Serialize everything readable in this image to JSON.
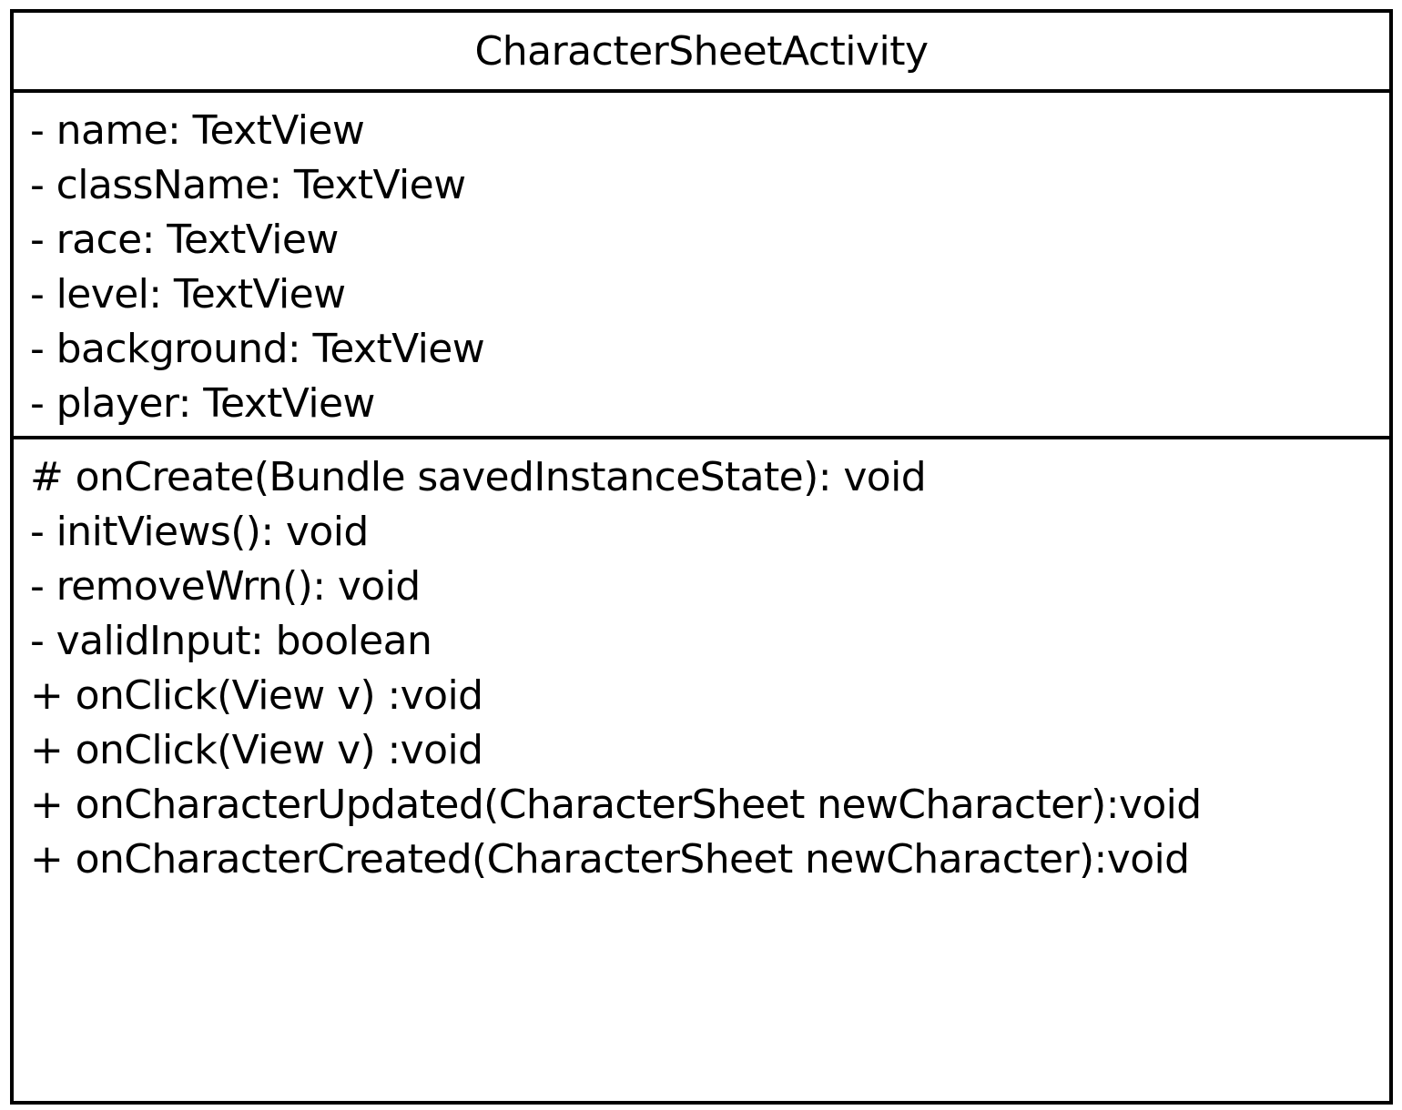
{
  "class_box": {
    "name": "CharacterSheetActivity",
    "attributes": [
      "- name: TextView",
      "- className: TextView",
      "- race: TextView",
      "- level: TextView",
      "- background: TextView",
      "- player: TextView"
    ],
    "operations": [
      "# onCreate(Bundle savedInstanceState): void",
      "- initViews(): void",
      "- removeWrn(): void",
      "- validInput: boolean",
      "+ onClick(View v) :void",
      "+ onClick(View v) :void",
      "+ onCharacterUpdated(CharacterSheet newCharacter):void",
      "+ onCharacterCreated(CharacterSheet newCharacter):void"
    ]
  }
}
